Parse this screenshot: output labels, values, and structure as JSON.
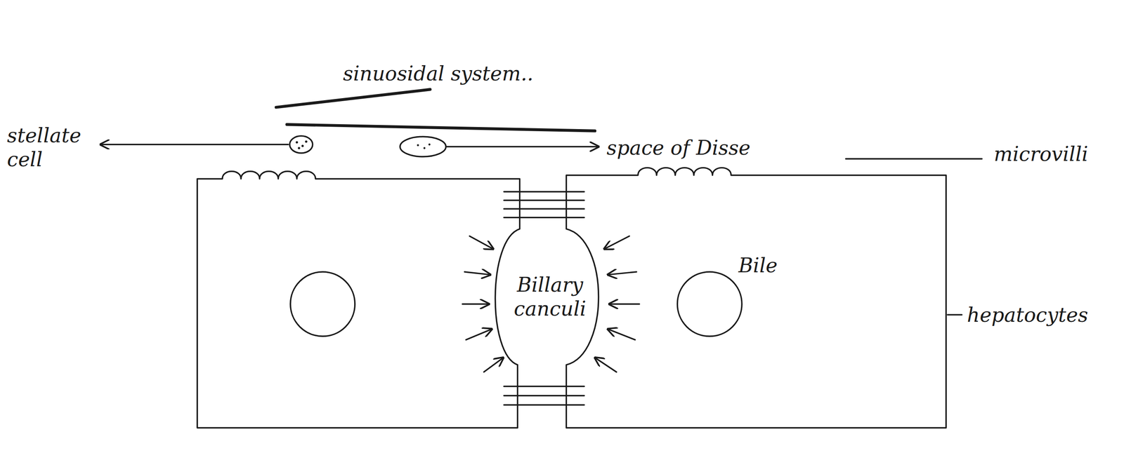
{
  "diagram": {
    "labels": [
      "sinuosidal system..",
      "stellate cell",
      "space of Disse",
      "microvilli",
      "Bile",
      "Billary canculi",
      "hepatocytes"
    ]
  }
}
